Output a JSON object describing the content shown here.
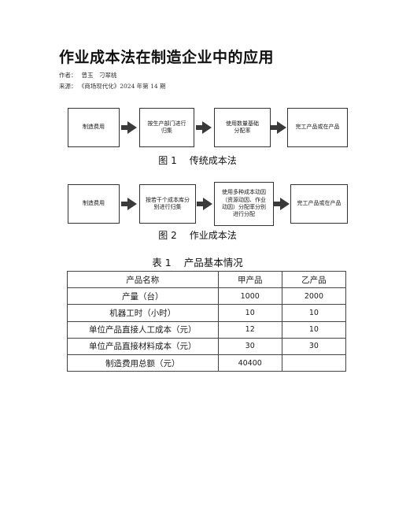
{
  "article": {
    "title": "作业成本法在制造企业中的应用",
    "author_label": "作者：",
    "authors": "曾玉　刁翠桃",
    "source_label": "来源：",
    "source": "《商场现代化》2024 年第 14 期"
  },
  "figure1": {
    "label": "图 1",
    "caption": "传统成本法",
    "boxes": [
      "制造费用",
      "按生产部门进行\n归集",
      "使用数量基础\n分配率",
      "完工产品或在产品"
    ]
  },
  "figure2": {
    "label": "图 2",
    "caption": "作业成本法",
    "boxes": [
      "制造费用",
      "按若干个成本库分\n别进行归集",
      "使用多种成本动因\n（资源动因、作业\n动因）分配率分别\n进行分配",
      "完工产品或在产品"
    ]
  },
  "table1": {
    "label": "表 1",
    "caption": "产品基本情况",
    "header": [
      "产品名称",
      "甲产品",
      "乙产品"
    ],
    "rows": [
      [
        "产量（台）",
        "1000",
        "2000"
      ],
      [
        "机器工时（小时）",
        "10",
        "10"
      ],
      [
        "单位产品直接人工成本（元）",
        "12",
        "10"
      ],
      [
        "单位产品直接材料成本（元）",
        "30",
        "30"
      ],
      [
        "制造费用总额（元）",
        "40400",
        ""
      ]
    ]
  }
}
